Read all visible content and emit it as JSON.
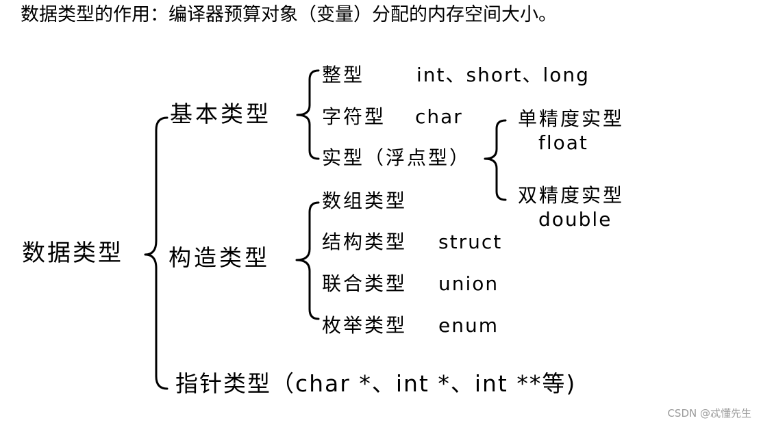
{
  "title": "数据类型的作用：编译器预算对象（变量）分配的内存空间大小。",
  "root": "数据类型",
  "basic": {
    "label": "基本类型",
    "integer": {
      "label": "整型",
      "examples": "int、short、long"
    },
    "char": {
      "label": "字符型",
      "examples": "char"
    },
    "real": {
      "label": "实型（浮点型）",
      "single": {
        "label": "单精度实型",
        "keyword": "float"
      },
      "double": {
        "label": "双精度实型",
        "keyword": "double"
      }
    }
  },
  "constructed": {
    "label": "构造类型",
    "array": {
      "label": "数组类型"
    },
    "struct": {
      "label": "结构类型",
      "keyword": "struct"
    },
    "union": {
      "label": "联合类型",
      "keyword": "union"
    },
    "enum": {
      "label": "枚举类型",
      "keyword": "enum"
    }
  },
  "pointer": {
    "label": "指针类型（char *、int *、int **等)"
  },
  "watermark": "CSDN @忒懂先生"
}
